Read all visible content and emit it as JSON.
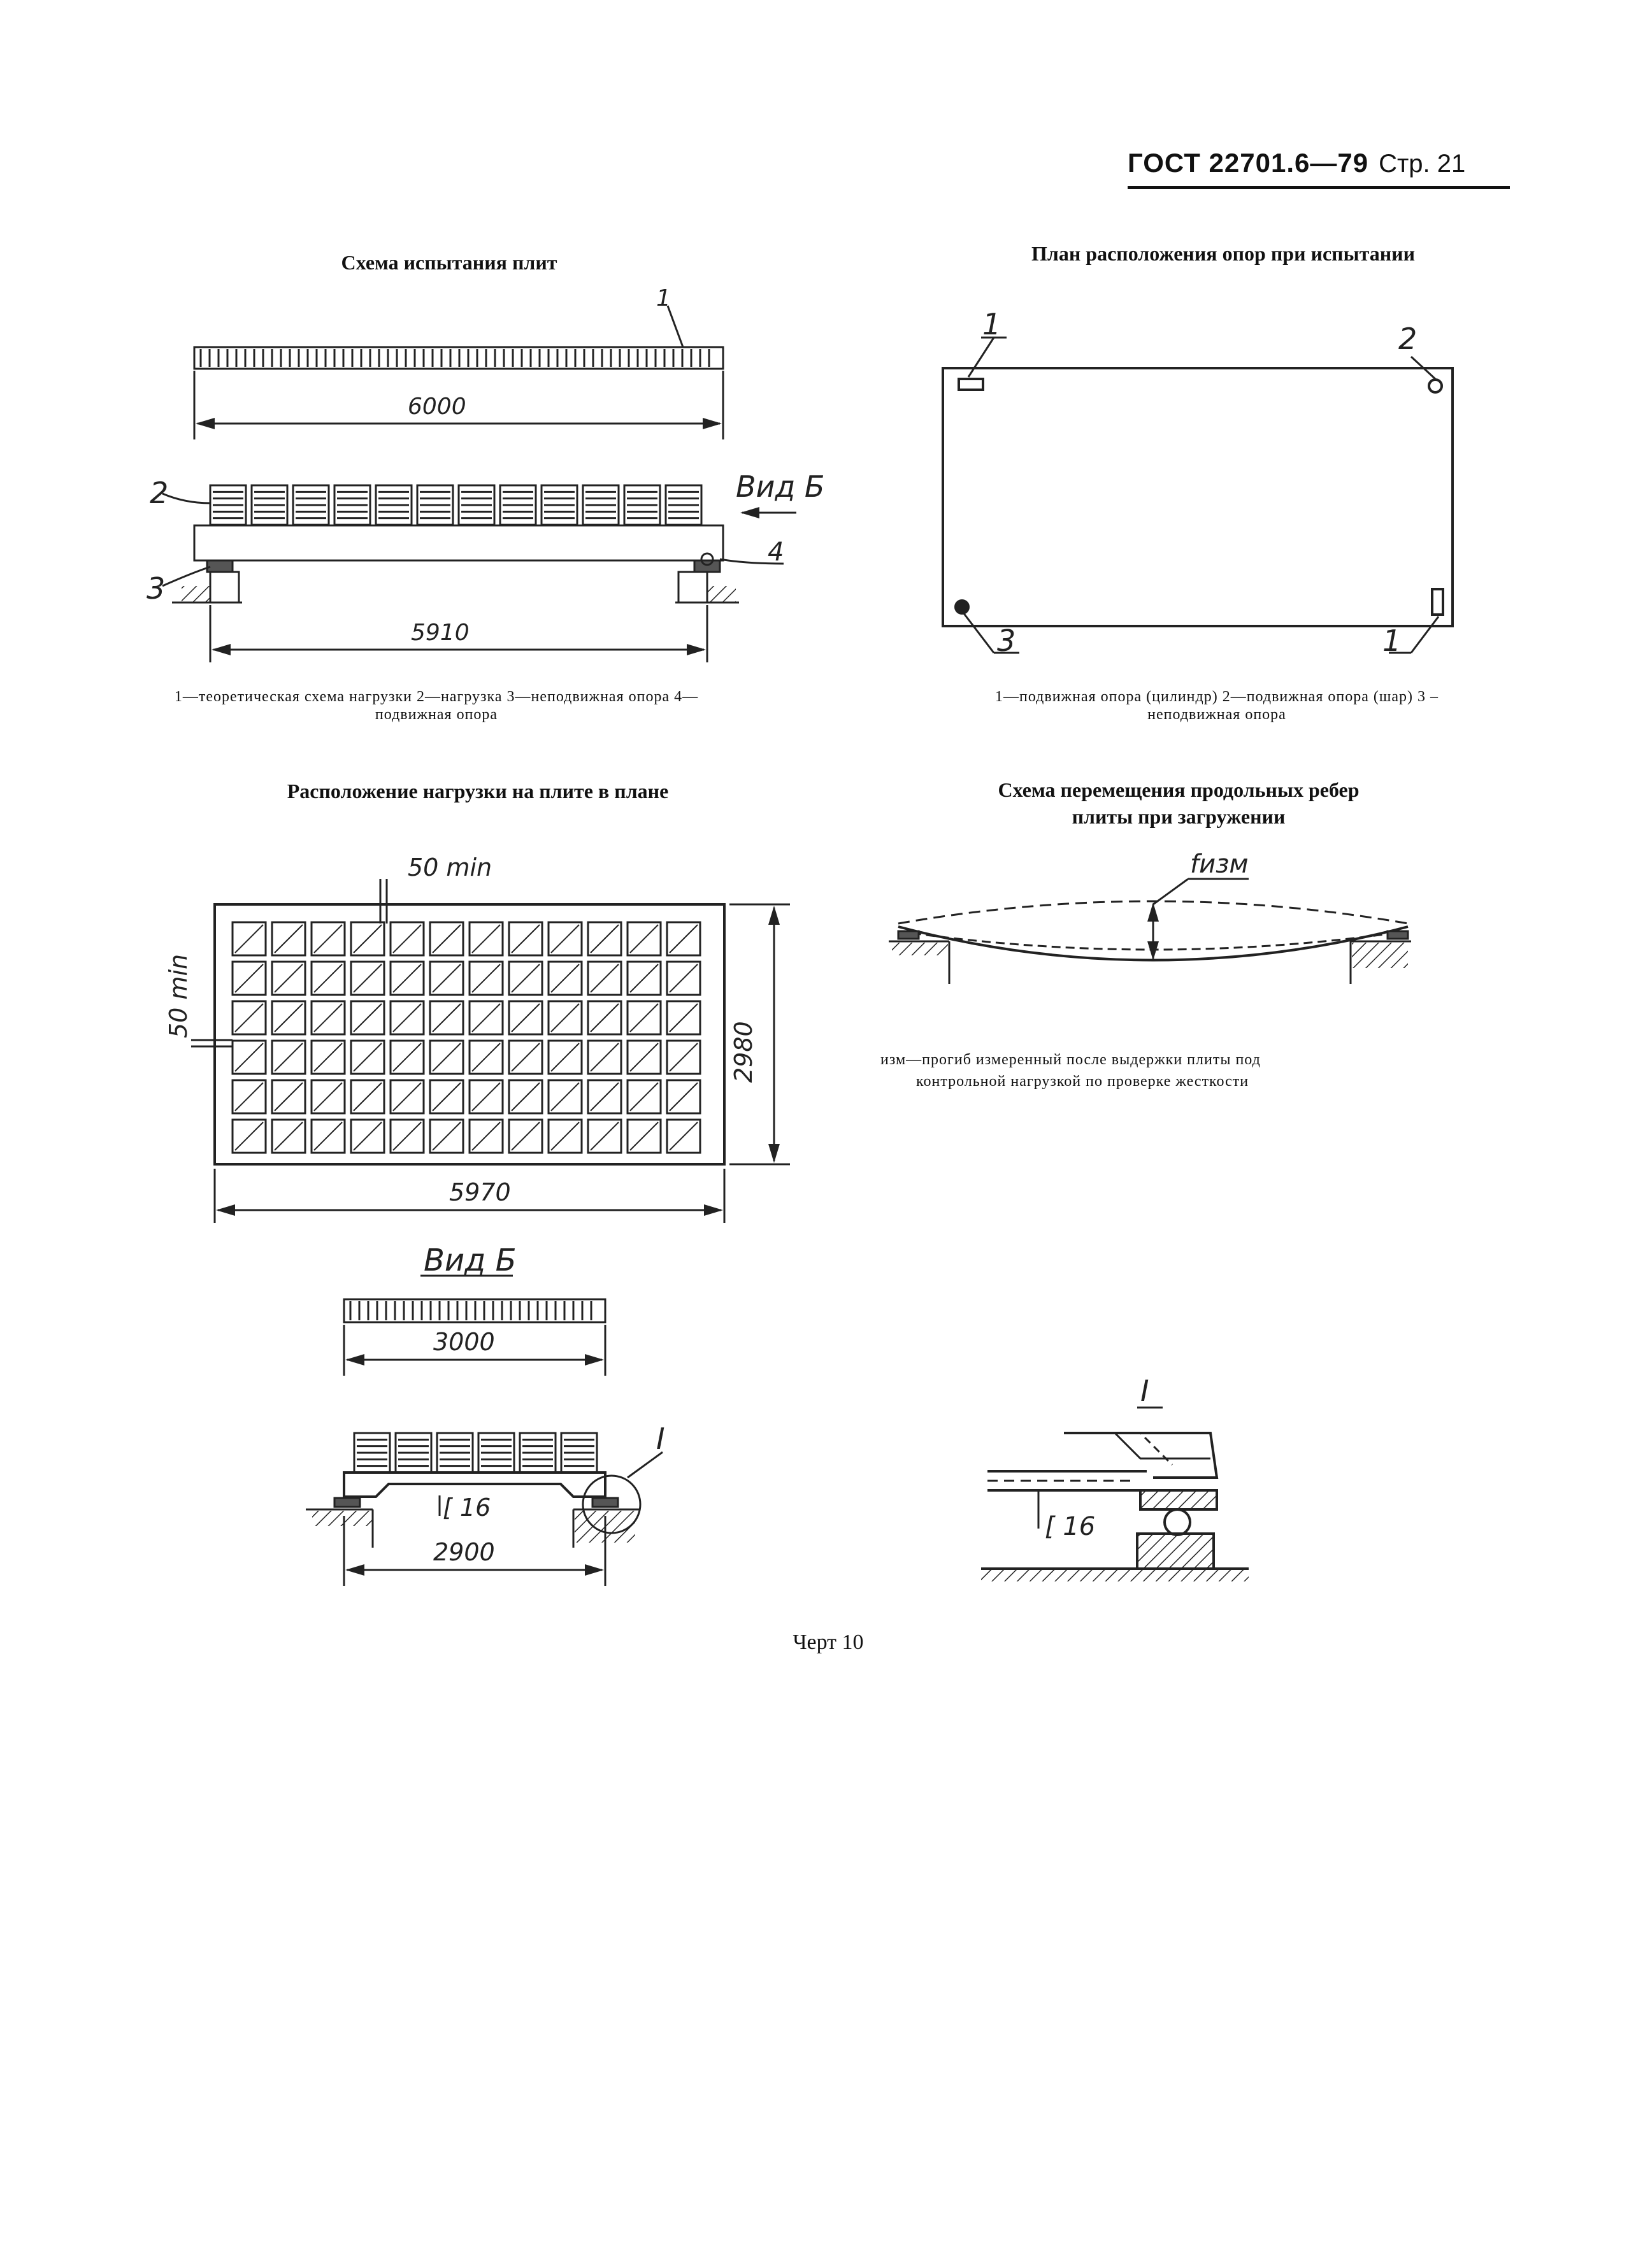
{
  "header": {
    "standard": "ГОСТ 22701.6—79",
    "page": "Стр. 21"
  },
  "figures": {
    "test_scheme": {
      "title": "Схема испытания плит",
      "labels": {
        "n1": "1",
        "n2": "2",
        "n3": "3",
        "n4": "4",
        "view": "Вид Б"
      },
      "dims": {
        "top": "6000",
        "bottom": "5910"
      },
      "caption": "1—теоретическая схема нагрузки 2—нагрузка 3—неподвижная опора 4—подвижная опора"
    },
    "support_plan": {
      "title": "План расположения опор при испытании",
      "labels": {
        "n1a": "1",
        "n2": "2",
        "n3": "3",
        "n1b": "1"
      },
      "caption": "1—подвижная опора (цилиндр) 2—подвижная опора (шар) 3 –неподвижная опора"
    },
    "load_plan": {
      "title": "Расположение нагрузки на плите в плане",
      "dims": {
        "gap_x": "50 min",
        "gap_y": "50 min",
        "height": "2980",
        "width": "5970"
      }
    },
    "rib_scheme": {
      "title_line1": "Схема перемещения продольных ребер",
      "title_line2": "плиты при загружении",
      "symbol": "fизм",
      "caption_line1": "изм—прогиб измеренный после выдержки плиты под",
      "caption_line2": "контрольной нагрузкой по проверке жесткости"
    },
    "view_b": {
      "title": "Вид Б",
      "dims": {
        "top": "3000",
        "bottom": "2900"
      },
      "labels": {
        "channel": "[ 16",
        "detail": "I"
      }
    },
    "detail_i": {
      "title": "I",
      "labels": {
        "channel": "[ 16"
      }
    }
  },
  "footer": {
    "text": "Черт 10"
  }
}
